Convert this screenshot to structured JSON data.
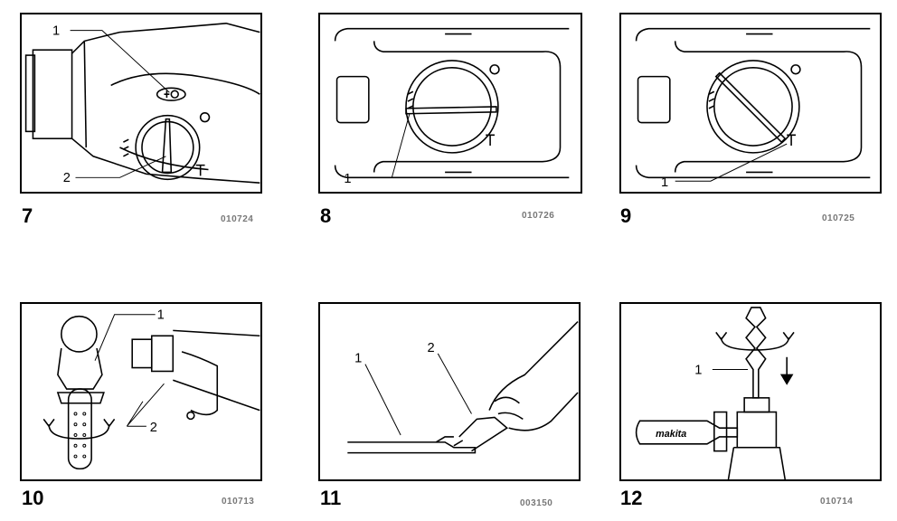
{
  "figures": [
    {
      "number": "7",
      "code": "010724",
      "callouts": [
        "1",
        "2"
      ]
    },
    {
      "number": "8",
      "code": "010726",
      "callouts": [
        "1"
      ]
    },
    {
      "number": "9",
      "code": "010725",
      "callouts": [
        "1"
      ]
    },
    {
      "number": "10",
      "code": "010713",
      "callouts": [
        "1",
        "2"
      ]
    },
    {
      "number": "11",
      "code": "003150",
      "callouts": [
        "1",
        "2"
      ]
    },
    {
      "number": "12",
      "code": "010714",
      "callouts": [
        "1"
      ],
      "brand": "makita"
    }
  ],
  "colors": {
    "line": "#000000",
    "code_gray": "#777777"
  }
}
